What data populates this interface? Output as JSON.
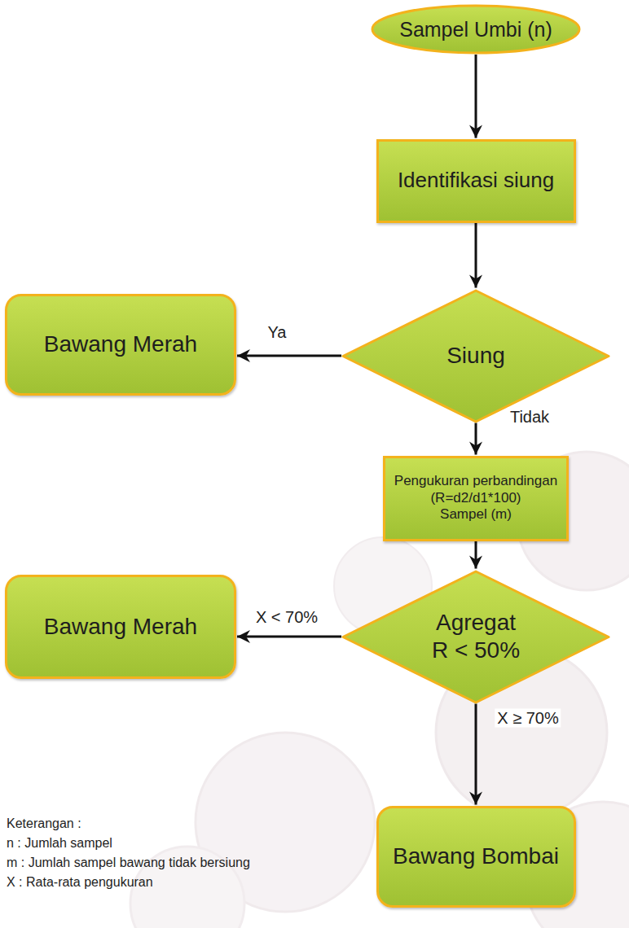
{
  "diagram": {
    "nodes": [
      {
        "text": [
          "Sampel Umbi (n)"
        ]
      },
      {
        "text": [
          "Identifikasi siung"
        ]
      },
      {
        "text": [
          "Siung"
        ]
      },
      {
        "text": [
          "Bawang Merah"
        ]
      },
      {
        "text": [
          "Pengukuran perbandingan",
          "(R=d2/d1*100)",
          "Sampel (m)"
        ]
      },
      {
        "text": [
          "Agregat R < 50%"
        ]
      },
      {
        "text": [
          "Bawang Merah"
        ]
      },
      {
        "text": [
          "Bawang Bombai"
        ]
      }
    ],
    "edges": [
      {
        "from": 0,
        "to": 1,
        "arrow": "to"
      },
      {
        "from": 1,
        "to": 2,
        "arrow": "to"
      },
      {
        "from": 2,
        "to": 3,
        "label": "Ya",
        "arrow": "to"
      },
      {
        "from": 2,
        "to": 4,
        "label": "Tidak",
        "arrow": "to"
      },
      {
        "from": 4,
        "to": 5,
        "arrow": "to"
      },
      {
        "from": 5,
        "to": 6,
        "label": "X < 70%",
        "arrow": "to"
      },
      {
        "from": 5,
        "to": 7,
        "label": "X ≥ 70%",
        "arrow": "to"
      }
    ],
    "labels": [
      "Keterangan :",
      "n : Jumlah sampel",
      "m : Jumlah sampel bawang tidak bersiung",
      "X : Rata-rata pengukuran"
    ]
  }
}
